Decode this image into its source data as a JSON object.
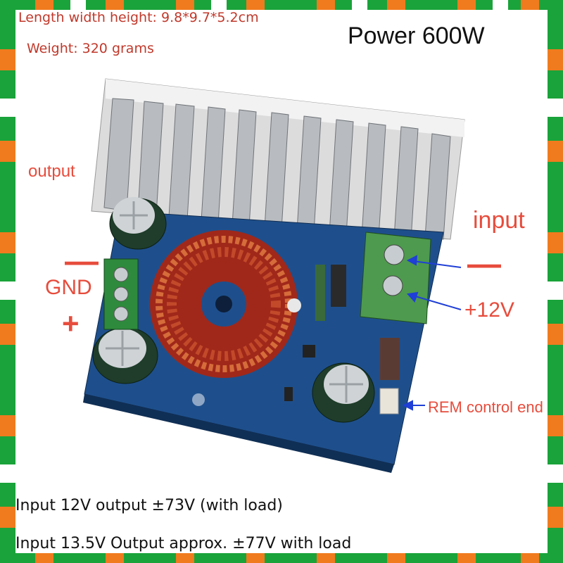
{
  "specs": {
    "dimensions": "Length width height: 9.8*9.7*5.2cm",
    "weight": "Weight: 320 grams",
    "power": "Power 600W"
  },
  "labels": {
    "output": "output",
    "input": "input",
    "minus_left": "—",
    "gnd": "GND",
    "plus_left": "+",
    "minus_right": "—",
    "v12": "+12V",
    "rem": "REM control end"
  },
  "footer": {
    "line1": "Input 12V output ±73V (with load)",
    "line2": "Input 13.5V Output approx. ±77V with load"
  },
  "colors": {
    "frame_green": "#1aa33a",
    "frame_orange": "#f07b1e",
    "label_red": "#e74c3c",
    "arrow_blue": "#1f3fd6",
    "pcb_blue": "#1e4f8c"
  }
}
